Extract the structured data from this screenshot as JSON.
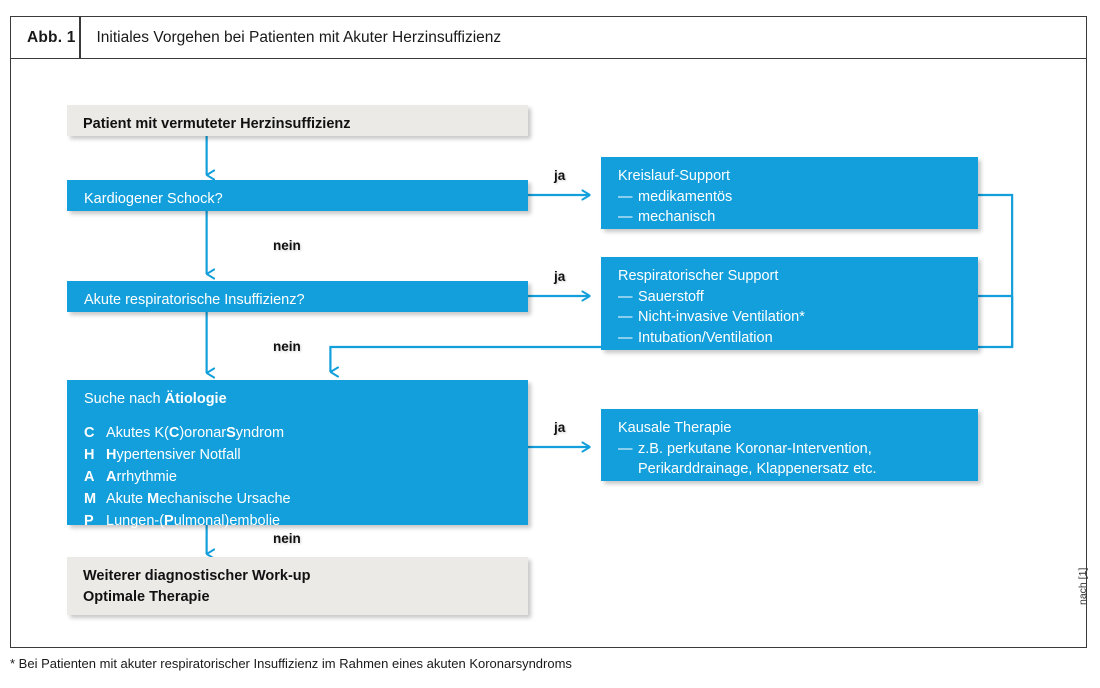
{
  "figure": {
    "number_label": "Abb. 1",
    "title": "Initiales Vorgehen bei Patienten mit Akuter Herzinsuffizienz",
    "source_credit": "nach [1]",
    "footnote": "* Bei Patienten mit akuter respiratorischer Insuffizienz im Rahmen eines akuten Koronarsyndroms"
  },
  "colors": {
    "accent_blue": "#139fdb",
    "box_grey": "#ebeae6",
    "frame_border": "#3a3a3a",
    "text_dark": "#1a1a1a",
    "text_light": "#ffffff"
  },
  "nodes": {
    "start": {
      "title": "Patient mit vermuteter Herzinsuffizienz"
    },
    "shock_question": {
      "title": "Kardiogener Schock?"
    },
    "circulatory_support": {
      "title": "Kreislauf-Support",
      "bullets": [
        "medikamentös",
        "mechanisch"
      ]
    },
    "respiratory_question": {
      "title": "Akute respiratorische Insuffizienz?"
    },
    "respiratory_support": {
      "title": "Respiratorischer Support",
      "bullets": [
        "Sauerstoff",
        "Nicht-invasive Ventilation*",
        "Intubation/Ventilation"
      ]
    },
    "etiology": {
      "title_plain": "Suche nach ",
      "title_bold": "Ätiologie",
      "champ": [
        {
          "key": "C",
          "pre": "Akutes K(",
          "bold": "C",
          "mid": ")oronar",
          "bold2": "S",
          "post": "yndrom"
        },
        {
          "key": "H",
          "pre": "",
          "bold": "H",
          "mid": "ypertensiver Notfall",
          "bold2": "",
          "post": ""
        },
        {
          "key": "A",
          "pre": "",
          "bold": "A",
          "mid": "rrhythmie",
          "bold2": "",
          "post": ""
        },
        {
          "key": "M",
          "pre": "Akute ",
          "bold": "M",
          "mid": "echanische Ursache",
          "bold2": "",
          "post": ""
        },
        {
          "key": "P",
          "pre": "Lungen-(",
          "bold": "P",
          "mid": "ulmonal)embolie",
          "bold2": "",
          "post": ""
        }
      ]
    },
    "causal_therapy": {
      "title": "Kausale Therapie",
      "bullets": [
        "z.B. perkutane Koronar-Intervention,\nPerikarddrainage, Klappenersatz etc."
      ]
    },
    "further_workup": {
      "line1": "Weiterer diagnostischer Work-up",
      "line2": "Optimale Therapie"
    }
  },
  "edge_labels": {
    "ja_shock": "ja",
    "nein_shock": "nein",
    "ja_respiratory": "ja",
    "nein_respiratory": "nein",
    "ja_etiology": "ja",
    "nein_etiology": "nein"
  }
}
